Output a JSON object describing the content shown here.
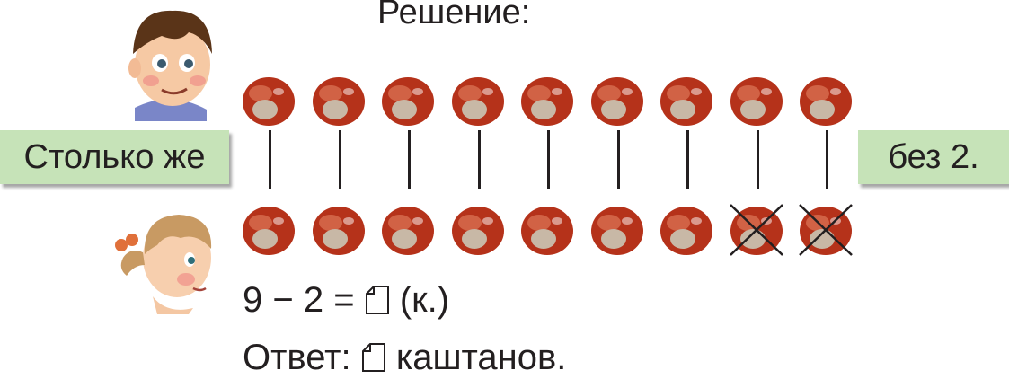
{
  "title": "Решение:",
  "left_label": "Столько же",
  "right_label": "без 2.",
  "top_row_count": 9,
  "bottom_row_count": 9,
  "crossed_out_count": 2,
  "equation": {
    "lhs": "9 − 2 =",
    "unit": "(к.)"
  },
  "answer": {
    "prefix": "Ответ:",
    "suffix": "каштанов."
  },
  "icons": {
    "item": "chestnut-icon",
    "blank": "answer-slot-icon",
    "boy": "boy-character-icon",
    "girl": "girl-character-icon"
  },
  "colors": {
    "label_box": "#c6e3b8",
    "chestnut": "#b5321a",
    "text": "#231f20"
  }
}
